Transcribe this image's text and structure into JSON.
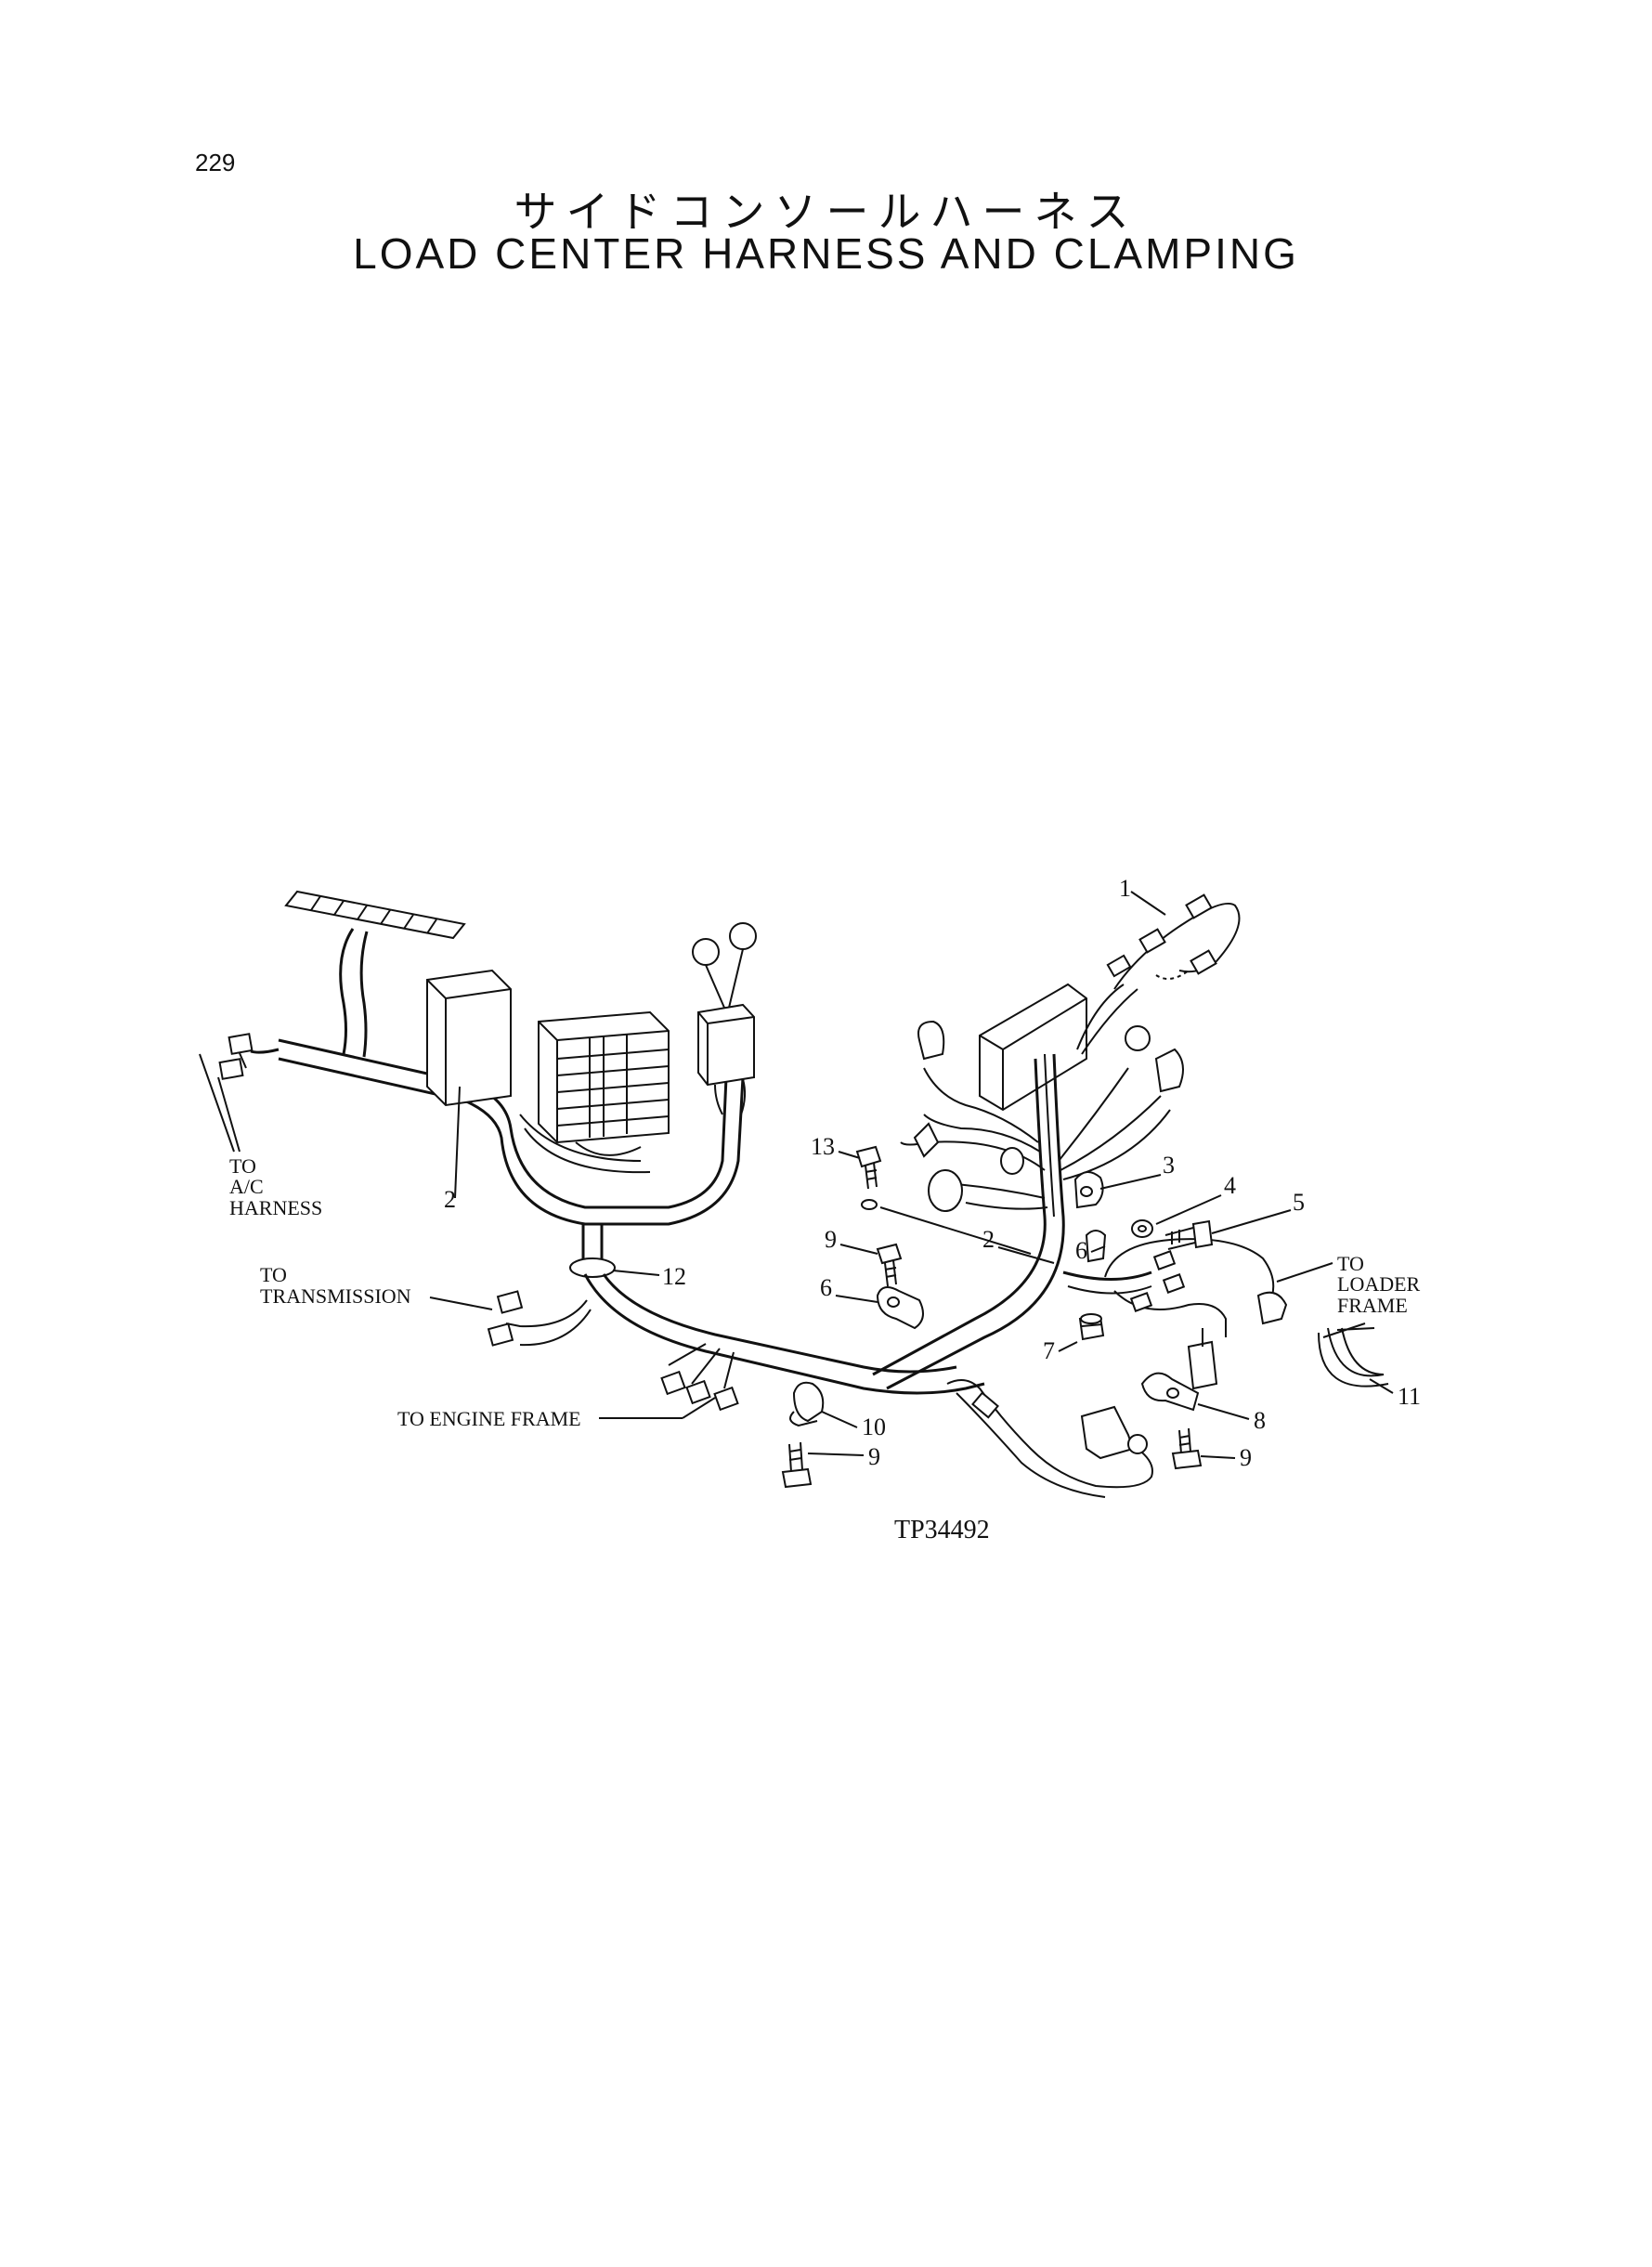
{
  "page_number": "229",
  "title_jp": "サイドコンソールハーネス",
  "title_en": "LOAD CENTER HARNESS AND CLAMPING",
  "drawing_number": "TP34492",
  "callouts": [
    "1",
    "2",
    "2",
    "3",
    "4",
    "5",
    "6",
    "6",
    "7",
    "8",
    "9",
    "9",
    "9",
    "10",
    "11",
    "12",
    "13"
  ],
  "notes": {
    "ac_harness": [
      "TO",
      "A/C",
      "HARNESS"
    ],
    "transmission": [
      "TO",
      "TRANSMISSION"
    ],
    "engine_frame": "TO ENGINE FRAME",
    "loader_frame": [
      "TO",
      "LOADER",
      "FRAME"
    ]
  }
}
